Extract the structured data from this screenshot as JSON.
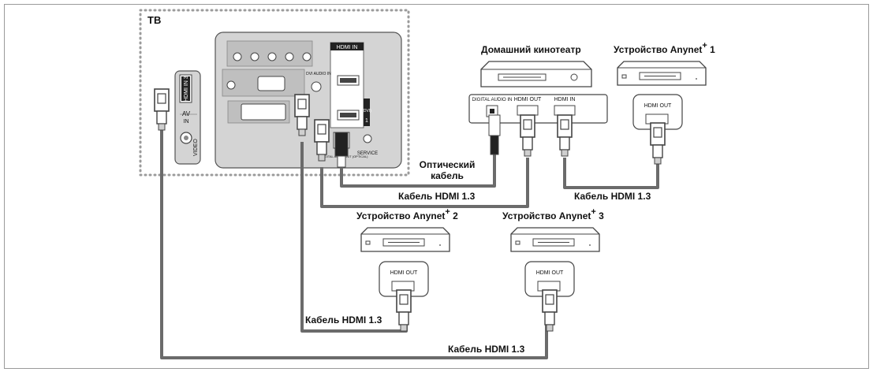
{
  "tv": {
    "label": "ТВ",
    "side_port_label": "HDMI IN 3",
    "av_label": "AV",
    "av_in_label": "IN",
    "video_label": "VIDEO",
    "hdmi_in_header": "HDMI IN",
    "dvi_audio_label": "DVI AUDIO IN",
    "port_2_label": "2 (DVI)",
    "port_1_label": "1",
    "service_label": "SERVICE",
    "digital_audio_out_label": "DIGITAL AUDIO OUT (OPTICAL)"
  },
  "devices": {
    "home_theater": {
      "title": "Домашний кинотеатр",
      "digital_audio_in": "DIGITAL AUDIO IN",
      "hdmi_out": "HDMI OUT",
      "hdmi_in": "HDMI IN"
    },
    "anynet1": {
      "title_main": "Устройство Anynet",
      "title_sup": "+",
      "title_num": " 1",
      "hdmi_out": "HDMI OUT"
    },
    "anynet2": {
      "title_main": "Устройство Anynet",
      "title_sup": "+",
      "title_num": " 2",
      "hdmi_out": "HDMI OUT"
    },
    "anynet3": {
      "title_main": "Устройство Anynet",
      "title_sup": "+",
      "title_num": " 3",
      "hdmi_out": "HDMI OUT"
    }
  },
  "cables": {
    "optical_line1": "Оптический",
    "optical_line2": "кабель",
    "hdmi_tv_theater": "Кабель HDMI 1.3",
    "hdmi_theater_anynet1": "Кабель  HDMI 1.3",
    "hdmi_anynet2": "Кабель HDMI 1.3",
    "hdmi_anynet3": "Кабель HDMI 1.3"
  },
  "colors": {
    "frame_border": "#9a9a9a",
    "tv_dotted": "#9b9b9b",
    "panel_fill": "#d4d4d4",
    "cable": "#6b6b6b",
    "device_outline": "#444444"
  }
}
